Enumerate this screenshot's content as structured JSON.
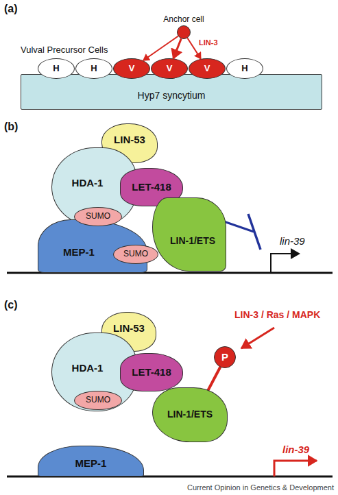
{
  "diagram": {
    "nodes": [
      {
        "text": [
          "Anchor cell"
        ]
      },
      {
        "text": [
          "H"
        ]
      },
      {
        "text": [
          "H"
        ]
      },
      {
        "text": [
          "V"
        ]
      },
      {
        "text": [
          "V"
        ]
      },
      {
        "text": [
          "V"
        ]
      },
      {
        "text": [
          "H"
        ]
      },
      {
        "text": [
          "Hyp7 syncytium"
        ]
      },
      {
        "text": [
          "LIN-53"
        ]
      },
      {
        "text": [
          "HDA-1"
        ]
      },
      {
        "text": [
          "SUMO"
        ]
      },
      {
        "text": [
          "LET-418"
        ]
      },
      {
        "text": [
          "MEP-1"
        ]
      },
      {
        "text": [
          "SUMO"
        ]
      },
      {
        "text": [
          "LIN-1/ETS"
        ]
      },
      {
        "text": [
          "LIN-53"
        ]
      },
      {
        "text": [
          "HDA-1"
        ]
      },
      {
        "text": [
          "SUMO"
        ]
      },
      {
        "text": [
          "LET-418"
        ]
      },
      {
        "text": [
          "LIN-1/ETS"
        ]
      },
      {
        "text": [
          "P"
        ]
      },
      {
        "text": [
          "MEP-1"
        ]
      }
    ],
    "edges": [
      {
        "from": 0,
        "to": 3,
        "arrow": "to"
      },
      {
        "from": 0,
        "to": 4,
        "arrow": "to"
      },
      {
        "from": 0,
        "to": 5,
        "arrow": "to"
      }
    ],
    "labels": [
      "(a)",
      "Vulval Precursor Cells",
      "LIN-3",
      "(b)",
      "lin-39",
      "(c)",
      "LIN-3 / Ras / MAPK",
      "lin-39",
      "Current Opinion in Genetics & Development"
    ]
  }
}
